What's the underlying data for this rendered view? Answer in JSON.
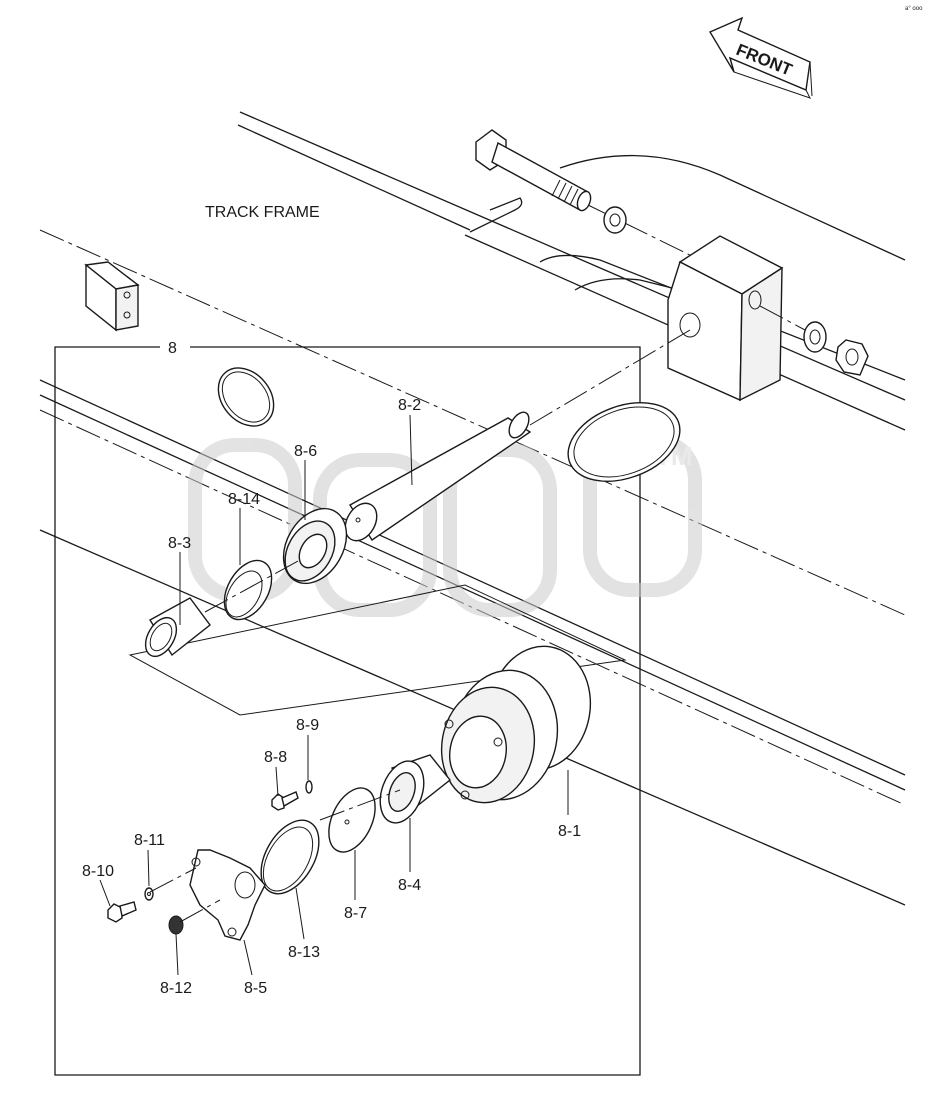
{
  "diagram": {
    "title": "TRACK FRAME",
    "front_arrow": "FRONT",
    "group_label": "8",
    "corner_mark": "a° ooo",
    "watermark": "TM",
    "parts": [
      {
        "id": "p8-1",
        "label": "8-1"
      },
      {
        "id": "p8-2",
        "label": "8-2"
      },
      {
        "id": "p8-3",
        "label": "8-3"
      },
      {
        "id": "p8-4",
        "label": "8-4"
      },
      {
        "id": "p8-5",
        "label": "8-5"
      },
      {
        "id": "p8-6",
        "label": "8-6"
      },
      {
        "id": "p8-7",
        "label": "8-7"
      },
      {
        "id": "p8-8",
        "label": "8-8"
      },
      {
        "id": "p8-9",
        "label": "8-9"
      },
      {
        "id": "p8-10",
        "label": "8-10"
      },
      {
        "id": "p8-11",
        "label": "8-11"
      },
      {
        "id": "p8-12",
        "label": "8-12"
      },
      {
        "id": "p8-13",
        "label": "8-13"
      },
      {
        "id": "p8-14",
        "label": "8-14"
      }
    ]
  }
}
